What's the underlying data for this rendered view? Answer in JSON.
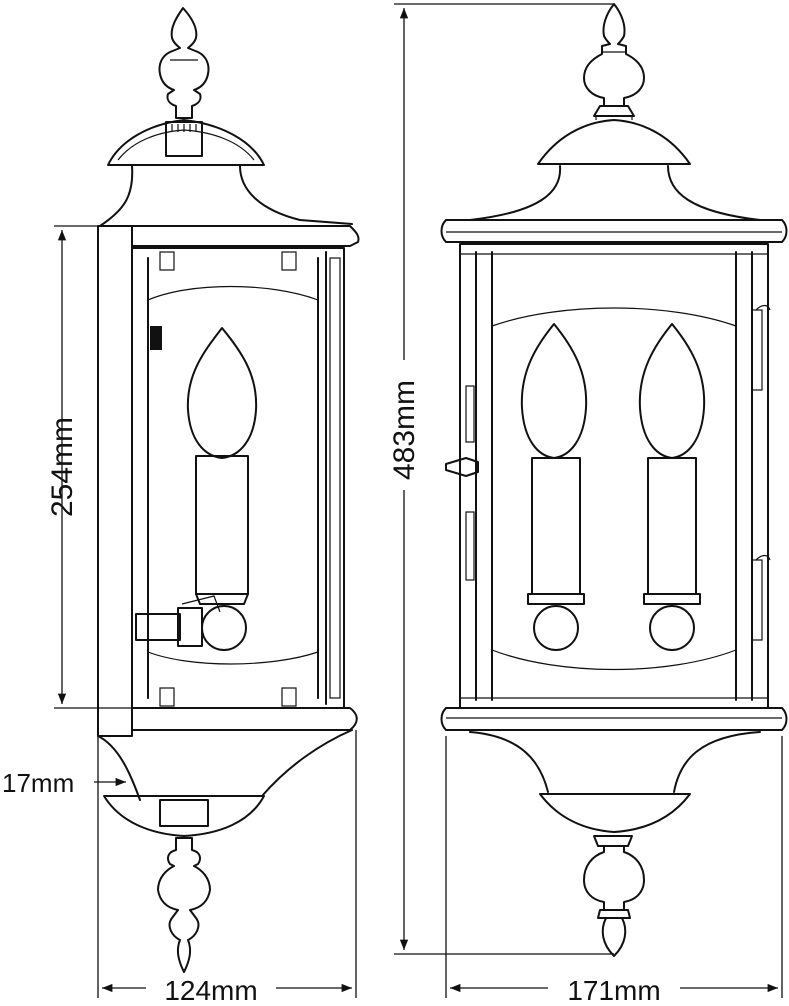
{
  "dimensions": {
    "overall_height": "483mm",
    "glass_height": "254mm",
    "backplate_offset": "17mm",
    "side_width": "124mm",
    "front_width": "171mm"
  }
}
